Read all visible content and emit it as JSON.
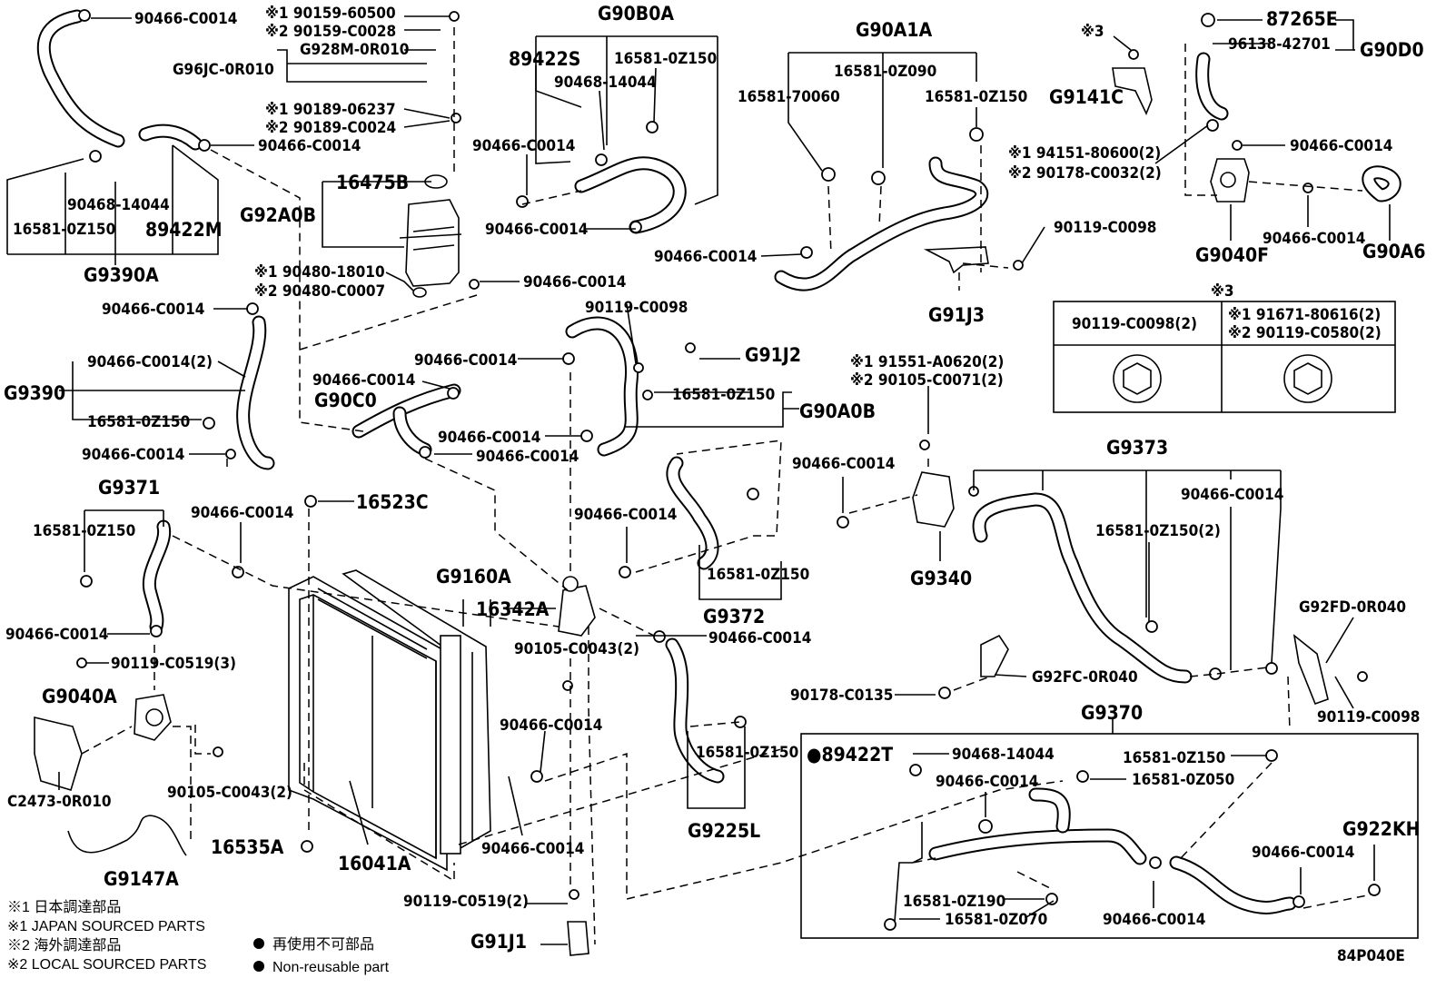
{
  "diagram_code": "84P040E",
  "labels": {
    "l01": "90466-C0014",
    "l02": "※1 90159-60500",
    "l03": "※2 90159-C0028",
    "l04": "G928M-0R010",
    "l05": "G96JC-0R010",
    "l06": "※1 90189-06237",
    "l07": "※2 90189-C0024",
    "l08": "90466-C0014",
    "l09": "90468-14044",
    "l10": "16581-0Z150",
    "l11": "89422M",
    "l12": "G9390A",
    "l13": "16475B",
    "l14": "G92A0B",
    "l15": "※1 90480-18010",
    "l16": "※2 90480-C0007",
    "l17": "90466-C0014",
    "l18": "G90B0A",
    "l19": "89422S",
    "l20": "16581-0Z150",
    "l21": "90468-14044",
    "l22": "90466-C0014",
    "l23": "90466-C0014",
    "l24": "G90A1A",
    "l25": "16581-0Z090",
    "l26": "16581-70060",
    "l27": "16581-0Z150",
    "l28": "90466-C0014",
    "l29": "90119-C0098",
    "l30": "G91J3",
    "l31": "87265E",
    "l32": "96138-42701",
    "l33": "G90D0",
    "l34": "※3",
    "l35": "G9141C",
    "l36": "※1 94151-80600(2)",
    "l37": "※2 90178-C0032(2)",
    "l38": "90466-C0014",
    "l39": "90466-C0014",
    "l40": "G9040F",
    "l41": "G90A6",
    "l42": "90466-C0014",
    "l43": "G9390",
    "l44": "90466-C0014(2)",
    "l45": "16581-0Z150",
    "l46": "90466-C0014",
    "l47": "90119-C0098",
    "l48": "G91J2",
    "l49": "90466-C0014",
    "l50": "90466-C0014",
    "l51": "G90C0",
    "l52": "16581-0Z150",
    "l53": "G90A0B",
    "l54": "90466-C0014",
    "l55": "90466-C0014",
    "l56": "※1 91551-A0620(2)",
    "l57": "※2 90105-C0071(2)",
    "l58": "G9371",
    "l59": "16581-0Z150",
    "l60": "90466-C0014",
    "l61": "16523C",
    "l62": "90466-C0014",
    "l63": "90466-C0014",
    "l64": "G9373",
    "l65": "90466-C0014",
    "l66": "16581-0Z150(2)",
    "l67": "G9340",
    "l68": "16581-0Z150",
    "l69": "G9372",
    "l70": "G9160A",
    "l71": "16342A",
    "l72": "90466-C0014",
    "l73": "90105-C0043(2)",
    "l74": "G92FD-0R040",
    "l75": "90466-C0014",
    "l76": "90119-C0519(3)",
    "l77": "G9040A",
    "l78": "G92FC-0R040",
    "l79": "90178-C0135",
    "l80": "G9370",
    "l81": "90119-C0098",
    "l82": "90466-C0014",
    "l83": "90105-C0043(2)",
    "l84": "C2473-0R010",
    "l85": "16581-0Z150",
    "l86": "G9225L",
    "l87": "●89422T",
    "l88": "90468-14044",
    "l89": "16581-0Z150",
    "l90": "90466-C0014",
    "l91": "16581-0Z050",
    "l92": "G922KH",
    "l93": "16535A",
    "l94": "16041A",
    "l95": "90466-C0014",
    "l96": "G9147A",
    "l97": "90466-C0014",
    "l98": "90119-C0519(2)",
    "l99": "16581-0Z190",
    "l100": "16581-0Z070",
    "l101": "90466-C0014",
    "l102": "G91J1"
  },
  "inset": {
    "title": "※3",
    "col1": "90119-C0098(2)",
    "col2_line1": "※1 91671-80616(2)",
    "col2_line2": "※2 90119-C0580(2)"
  },
  "legend": {
    "jp1": "※1 日本調達部品",
    "en1": "※1 JAPAN SOURCED PARTS",
    "jp2": "※2 海外調達部品",
    "en2": "※2 LOCAL SOURCED PARTS",
    "nr_jp": "再使用不可部品",
    "nr_en": "Non-reusable part"
  }
}
